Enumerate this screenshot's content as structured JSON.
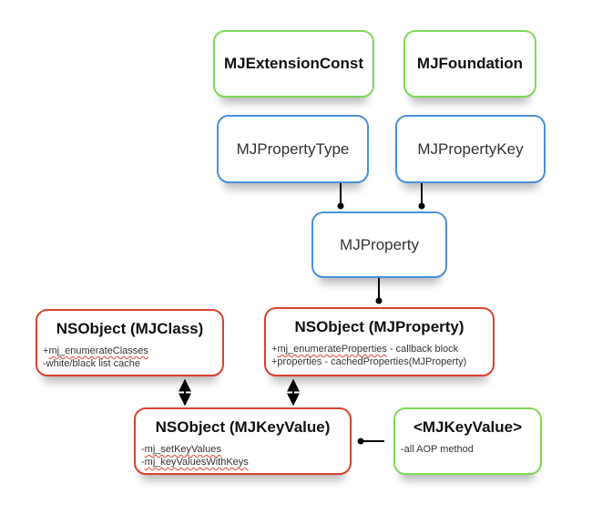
{
  "boxes": {
    "mjextensionconst": {
      "title": "MJExtensionConst"
    },
    "mjfoundation": {
      "title": "MJFoundation"
    },
    "mjpropertytype": {
      "title": "MJPropertyType"
    },
    "mjpropertykey": {
      "title": "MJPropertyKey"
    },
    "mjproperty": {
      "title": "MJProperty"
    },
    "nsobject_mjclass": {
      "title": "NSObject (MJClass)",
      "line1_prefix": "+",
      "line1_main": "mj_enumerateClasses",
      "line2": "-white/black list cache"
    },
    "nsobject_mjproperty": {
      "title": "NSObject (MJProperty)",
      "line1_prefix": "+",
      "line1_main": "mj_enumerateProperties",
      "line1_suffix": " - callback block",
      "line2": "+properties - cachedProperties(MJProperty)"
    },
    "nsobject_mjkeyvalue": {
      "title": "NSObject (MJKeyValue)",
      "line1_prefix": "-",
      "line1_main": "mj_setKeyValues",
      "line2_prefix": "-",
      "line2_main": "mj_keyValuesWithKeys"
    },
    "mjkeyvalue_protocol": {
      "title": "<MJKeyValue>",
      "line1": "-all AOP method"
    }
  },
  "colors": {
    "green_border": "#7ed957",
    "blue_border": "#4a90d9",
    "red_border": "#d9432f",
    "connector": "#000000"
  }
}
